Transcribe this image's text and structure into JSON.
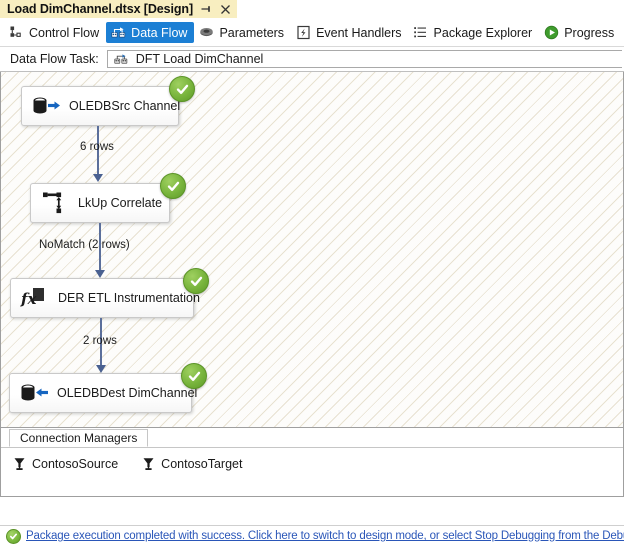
{
  "document_tab": {
    "title": "Load DimChannel.dtsx [Design]",
    "pin_icon": "pin-icon",
    "close_icon": "close-icon"
  },
  "designer_tabs": [
    {
      "label": "Control Flow",
      "icon": "control-flow-icon",
      "active": false
    },
    {
      "label": "Data Flow",
      "icon": "data-flow-icon",
      "active": true
    },
    {
      "label": "Parameters",
      "icon": "parameters-icon",
      "active": false
    },
    {
      "label": "Event Handlers",
      "icon": "event-handlers-icon",
      "active": false
    },
    {
      "label": "Package Explorer",
      "icon": "package-explorer-icon",
      "active": false
    },
    {
      "label": "Progress",
      "icon": "progress-icon",
      "active": false
    }
  ],
  "task_selector": {
    "label": "Data Flow Task:",
    "selected_value": "DFT Load DimChannel",
    "icon": "data-flow-task-icon"
  },
  "canvas": {
    "nodes": [
      {
        "label": "OLEDBSrc Channel",
        "icon": "oledb-source-icon",
        "status": "success"
      },
      {
        "label": "LkUp Correlate",
        "icon": "lookup-icon",
        "status": "success"
      },
      {
        "label": "DER ETL Instrumentation",
        "icon": "derived-column-icon",
        "status": "success"
      },
      {
        "label": "OLEDBDest DimChannel",
        "icon": "oledb-destination-icon",
        "status": "success"
      }
    ],
    "edges": [
      {
        "label": "6 rows"
      },
      {
        "label": "NoMatch (2 rows)"
      },
      {
        "label": "2 rows"
      }
    ]
  },
  "connection_managers": {
    "tab_label": "Connection Managers",
    "items": [
      {
        "label": "ContosoSource",
        "icon": "connection-icon"
      },
      {
        "label": "ContosoTarget",
        "icon": "connection-icon"
      }
    ]
  },
  "status_bar": {
    "icon": "success-check-icon",
    "message": "Package execution completed with success. Click here to switch to design mode, or select Stop Debugging from the Debug menu."
  },
  "colors": {
    "active_tab": "#1c7fd4",
    "doc_tab": "#f8eec0",
    "success_green": "#78b43c",
    "link_blue": "#2a56b8",
    "edge": "#5b6f9b",
    "canvas_bg": "#f3efe2"
  }
}
